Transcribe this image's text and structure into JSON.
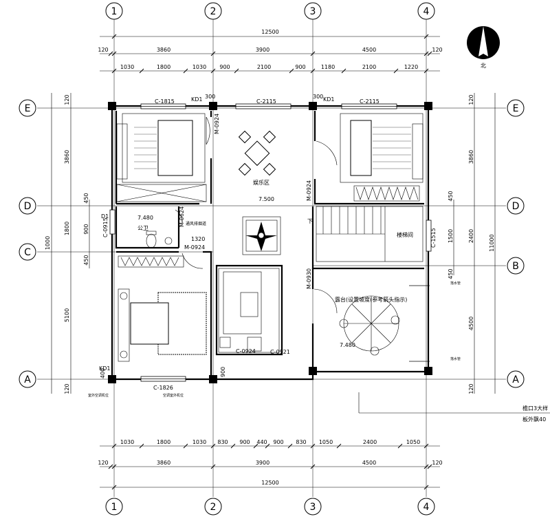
{
  "axes": {
    "columns": [
      "1",
      "2",
      "3",
      "4"
    ],
    "rows": [
      "E",
      "D",
      "C",
      "B",
      "A"
    ]
  },
  "north": "北",
  "dims": {
    "top_total": "12500",
    "top_row2": [
      "120",
      "3860",
      "3900",
      "4500",
      "120"
    ],
    "top_row3": [
      "1030",
      "1800",
      "1030",
      "900",
      "2100",
      "900",
      "1180",
      "2100",
      "1220"
    ],
    "bot_row1": [
      "1030",
      "1800",
      "1030",
      "830",
      "900",
      "440",
      "900",
      "830",
      "1050",
      "2400",
      "1050"
    ],
    "bot_row2": [
      "120",
      "3860",
      "3900",
      "4500",
      "120"
    ],
    "bot_total": "12500",
    "left_outer": "1000",
    "left_mid": [
      "120",
      "3860",
      "1800",
      "450",
      "5100",
      "120"
    ],
    "left_inner": [
      "900",
      "450"
    ],
    "right_outer": "11000",
    "right_mid": [
      "120",
      "3860",
      "2400",
      "4500",
      "120"
    ],
    "right_inner": [
      "450",
      "1500",
      "450"
    ]
  },
  "labels": {
    "c1815": "C-1815",
    "kd1a": "KD1",
    "n300a": "300",
    "c2115a": "C-2115",
    "n300b": "300",
    "kd1b": "KD1",
    "c2115b": "C-2115",
    "m0924a": "M-0924",
    "entertain": "娱乐区",
    "m0924b": "M-0924",
    "lvl7500": "7.500",
    "d1": "D1",
    "lvl7480a": "7.480",
    "c0915": "C-0915",
    "wc": "公卫",
    "m0624": "M-0624",
    "shaft": "通风排烟道",
    "n1320": "1320",
    "m0924c": "M-0924",
    "down": "下",
    "stair": "楼梯间",
    "c1515": "C-1515",
    "m0930": "M-0930",
    "terrace": "露台(设置坡度(参考箭头指示)",
    "lvl7480b": "7.480",
    "c0924": "C-0924",
    "c0921": "C-0921",
    "c1826": "C-1826",
    "kd1c": "KD1",
    "n400": "400",
    "n900": "900",
    "aircon1": "室外空调机位",
    "aircon2": "空调室外机位",
    "eave1": "檐口3大样",
    "eave2": "板外飘40",
    "drain1": "落水管",
    "drain2": "落水管"
  }
}
